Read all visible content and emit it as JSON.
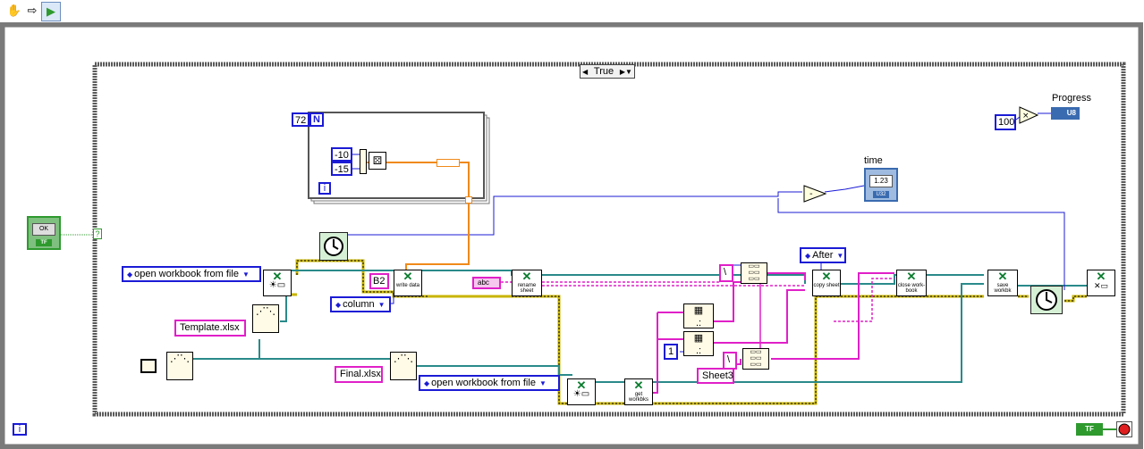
{
  "toolbar": {
    "tools": [
      {
        "name": "operate-tool-icon",
        "glyph": "✋"
      },
      {
        "name": "run-arrow-icon",
        "glyph": "⇨"
      },
      {
        "name": "highlight-execution-icon",
        "glyph": "▶"
      }
    ]
  },
  "case_structure": {
    "selector_label": "True",
    "selector_left": "◀",
    "selector_right": "▶▼"
  },
  "for_loop": {
    "count": "72",
    "count_terminal": "N",
    "iteration_terminal": "i"
  },
  "random": {
    "high": "-10",
    "low": "-15"
  },
  "while_loop": {
    "iteration_terminal": "i"
  },
  "ok_button": {
    "label": "OK",
    "type": "TF"
  },
  "selector_terminal": "?",
  "stop_indicator": {
    "type": "TF"
  },
  "constants": {
    "open_workbook_1": "open workbook from file",
    "open_workbook_2": "open workbook from file",
    "template_file": "Template.xlsx",
    "final_file": "Final.xlsx",
    "cell": "B2",
    "orientation": "column",
    "abc": "abc",
    "position": "After",
    "sheet_index": "1",
    "sheet_name": "Sheet3",
    "multiplier": "100"
  },
  "nodes": {
    "write_data": "write data",
    "rename_sheet": "rename sheet",
    "copy_sheet": "copy sheet",
    "close_workbook": "close work- book",
    "save_workbook": "save workbk",
    "get_workbooks": "get workbks"
  },
  "indicators": {
    "time_label": "time",
    "time_type": "1.23",
    "time_repr": "U32",
    "progress_label": "Progress",
    "progress_type": "U8"
  },
  "colors": {
    "wire_pink": "#e020c8",
    "wire_teal": "#2a8a8a",
    "wire_blue": "#1b1bd6",
    "wire_orange": "#f08a1a",
    "wire_yellow": "#c8b400",
    "excel_green": "#0a7c2e"
  }
}
